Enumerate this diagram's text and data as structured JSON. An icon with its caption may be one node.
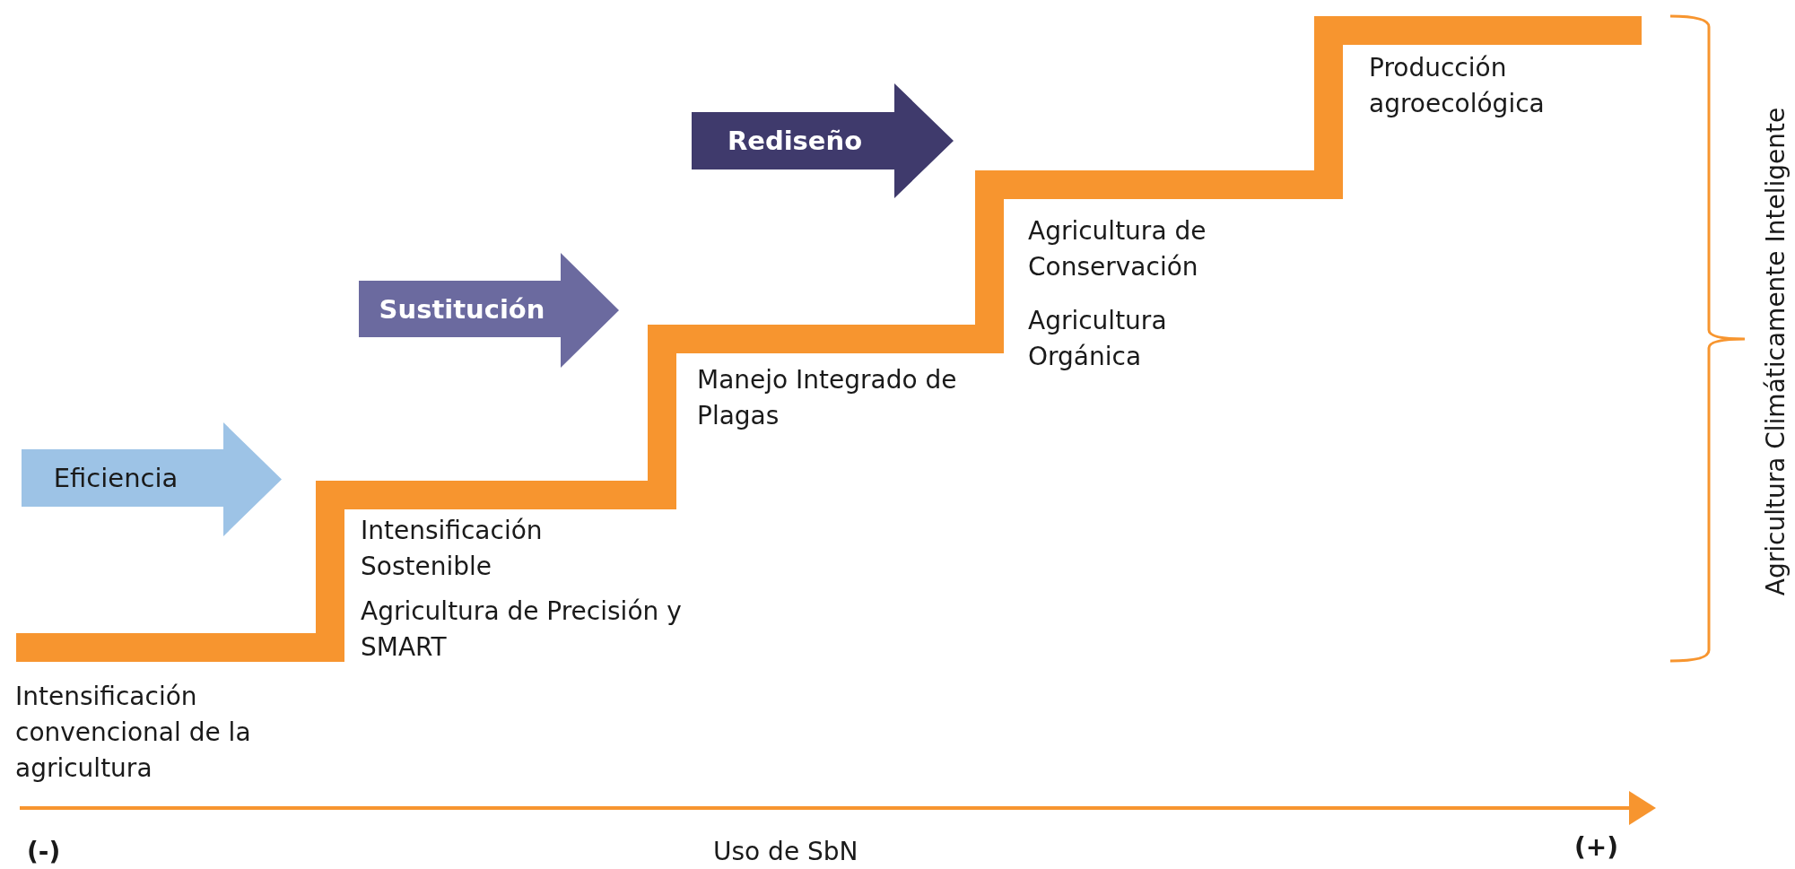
{
  "diagram": {
    "nodes": [
      {
        "text": [
          "Eficiencia"
        ]
      },
      {
        "text": [
          "Sustitución"
        ]
      },
      {
        "text": [
          "Rediseño"
        ]
      }
    ],
    "labels": [
      "Intensificación convencional de la agricultura",
      "Intensificación Sostenible",
      "Agricultura de Precisión y SMART",
      "Manejo Integrado de Plagas",
      "Agricultura de Conservación",
      "Agricultura Orgánica",
      "Producción agroecológica",
      "(-)",
      "Uso de SbN",
      "(+)",
      "Agricultura Climáticamente Inteligente"
    ]
  }
}
